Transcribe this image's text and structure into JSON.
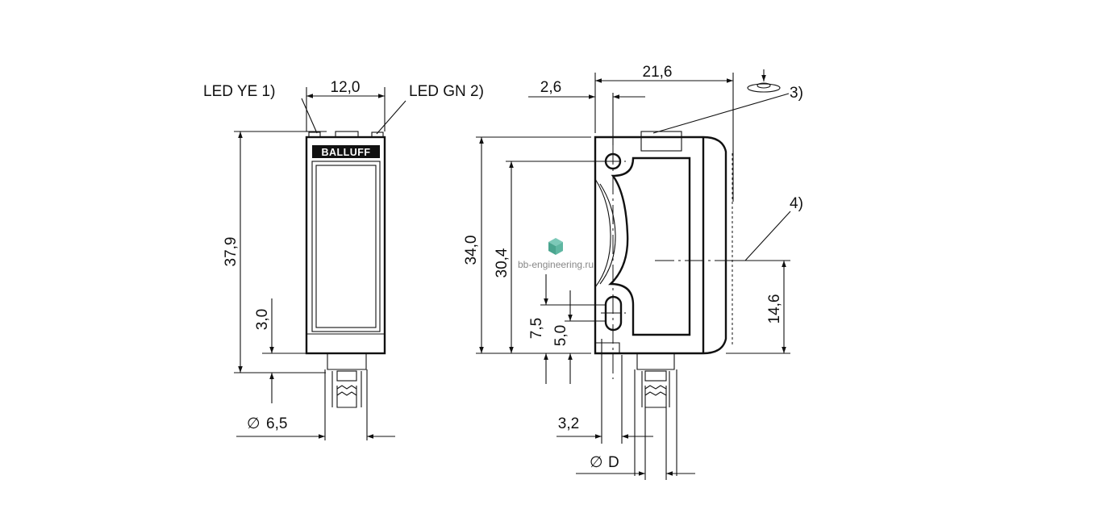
{
  "labels": {
    "led_ye": "LED YE 1)",
    "led_gn": "LED GN 2)",
    "brand": "BALLUFF",
    "note3": "3)",
    "note4": "4)",
    "watermark": "bb-engineering.ru"
  },
  "dimensions": {
    "width_front": "12,0",
    "height_front": "37,9",
    "connector_offset": "3,0",
    "cable_diameter": "6,5",
    "depth": "21,6",
    "hole_offset_x": "2,6",
    "height_side": "34,0",
    "hole_spacing": "30,4",
    "lens_axis_height": "14,6",
    "slot_bottom": "7,5",
    "slot_length": "5,0",
    "connector_pos": "3,2",
    "diameter_symbol": "∅",
    "diameter_d": "D"
  }
}
